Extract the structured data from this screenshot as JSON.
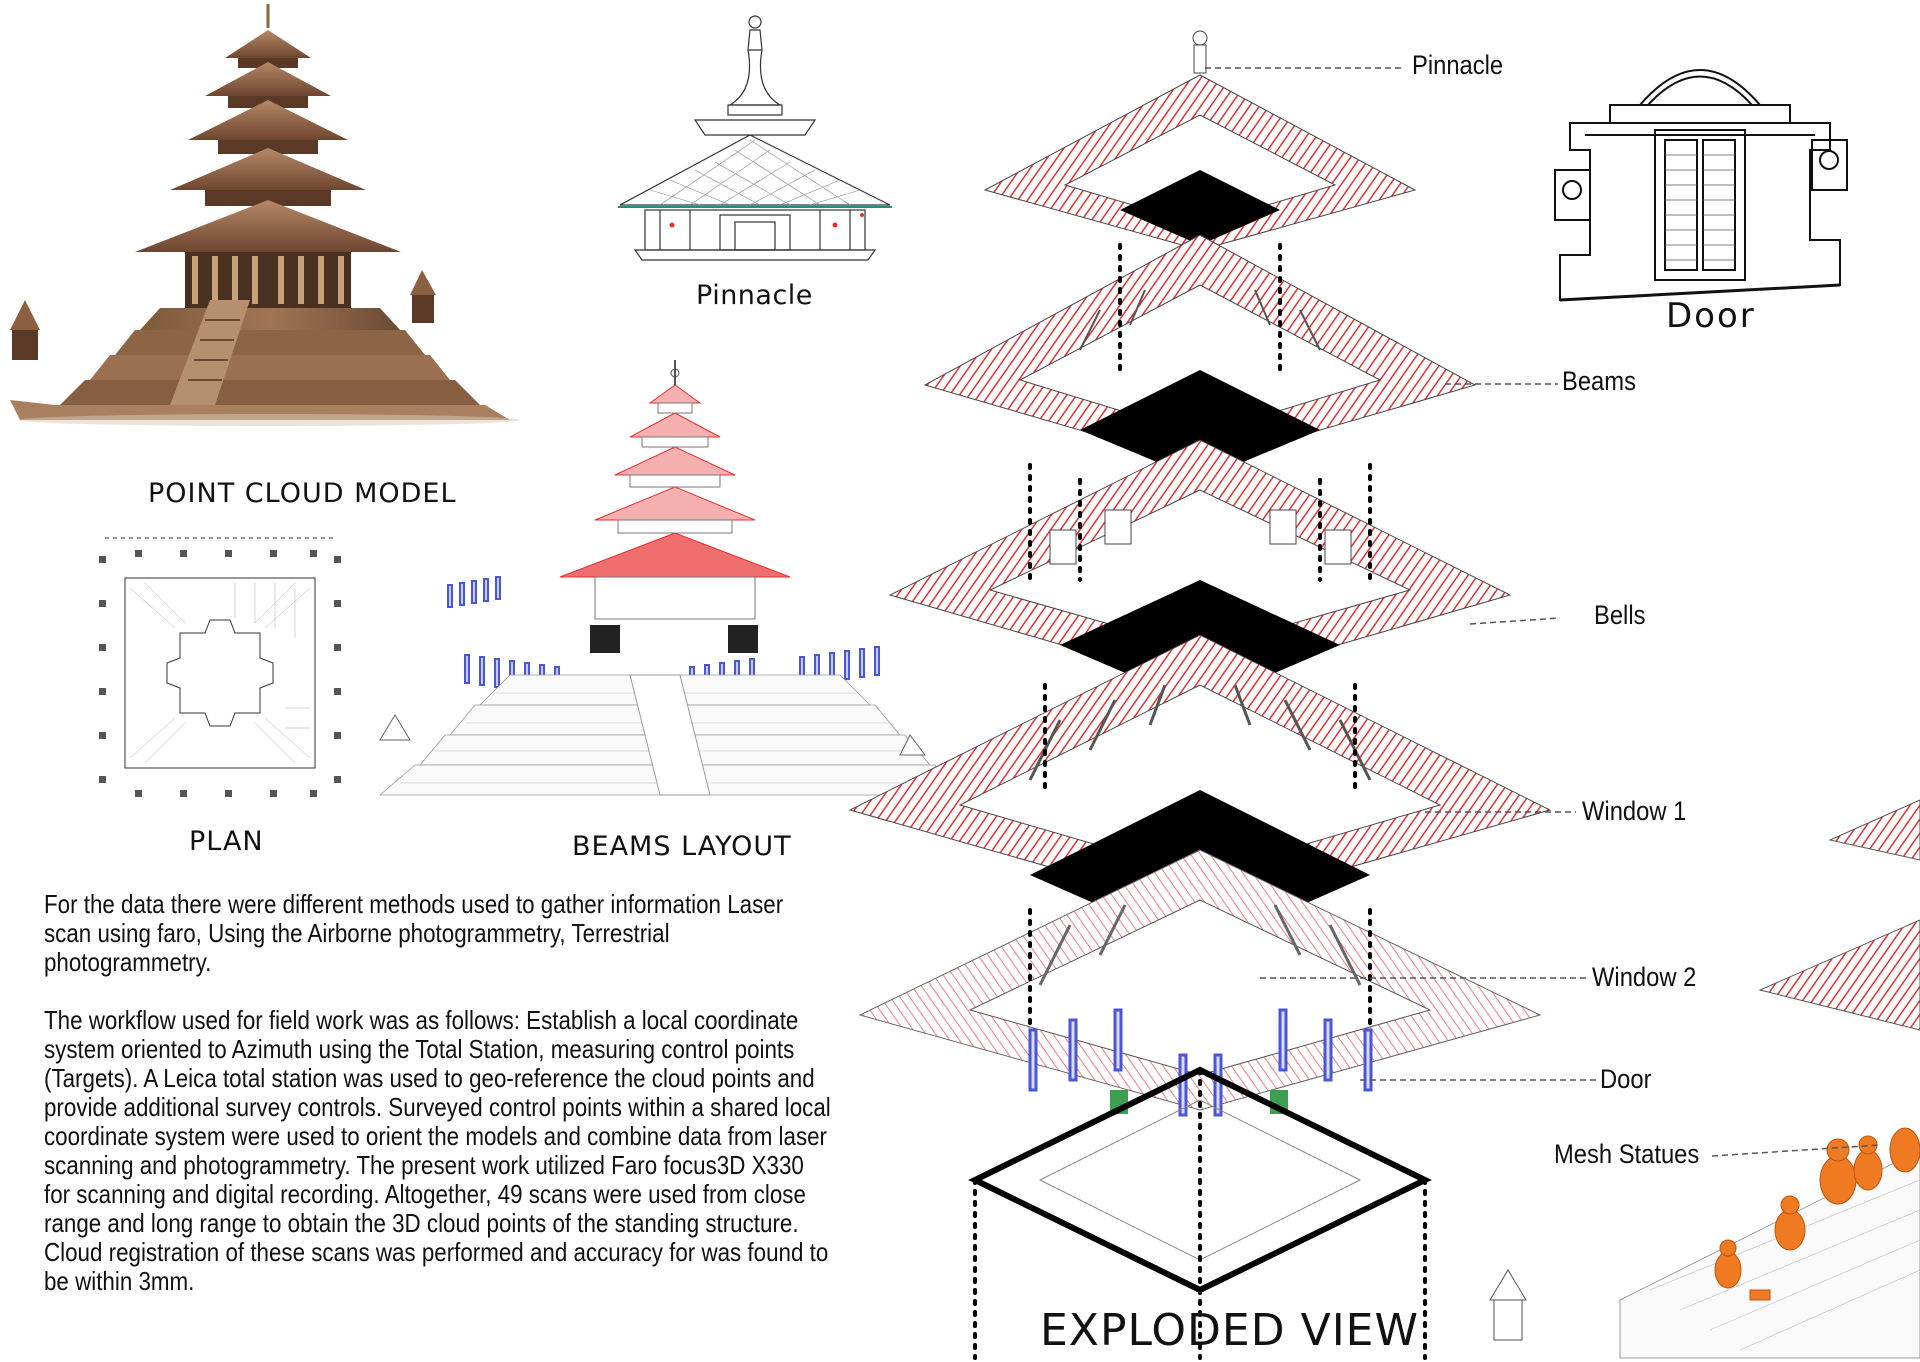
{
  "captions": {
    "point_cloud": "POINT CLOUD MODEL",
    "pinnacle": "Pinnacle",
    "plan": "PLAN",
    "beams_layout": "BEAMS LAYOUT",
    "door": "Door",
    "exploded_view": "EXPLODED VIEW"
  },
  "callouts": {
    "pinnacle": "Pinnacle",
    "beams": "Beams",
    "bells": "Bells",
    "window1": "Window 1",
    "window2": "Window 2",
    "door": "Door",
    "mesh_statues": "Mesh Statues"
  },
  "description": {
    "paragraph1": "For the data there were different methods used to gather information Laser scan using faro, Using the Airborne  photogrammetry, Terrestrial photogrammetry.",
    "paragraph2": "The workflow used for field work was as follows: Establish a local coordinate system oriented to Azimuth using the Total Station, measuring control points (Targets). A Leica total station was used to geo-reference the cloud points and provide additional survey controls. Surveyed control points within a shared local coordinate system were used to orient the models and combine data from laser scanning and photogrammetry. The present work utilized Faro focus3D X330 for scanning and digital recording. Altogether, 49 scans were used from close range and long range to obtain the 3D cloud points of the standing structure. Cloud registration of these scans was performed and accuracy for was found to be within 3mm."
  },
  "colors": {
    "roof_red": "#e53030",
    "statue_orange": "#f07a22",
    "pillar_blue": "#4a56d8",
    "point_cloud_brown": "#8a5a3a"
  }
}
